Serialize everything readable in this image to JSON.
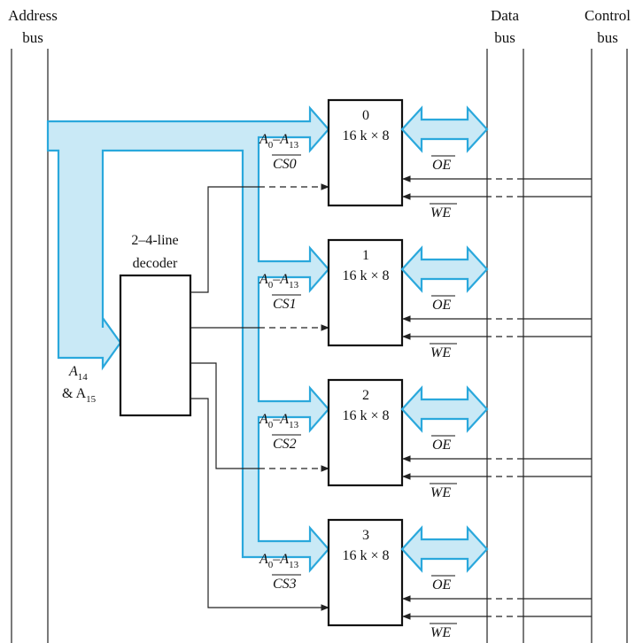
{
  "buses": {
    "address": [
      "Address",
      "bus"
    ],
    "data": [
      "Data",
      "bus"
    ],
    "control": [
      "Control",
      "bus"
    ]
  },
  "decoder": {
    "label_line1": "2–4-line",
    "label_line2": "decoder",
    "input_label_a": "A",
    "input_sub_a": "14",
    "input_label_b": "& A",
    "input_sub_b": "15"
  },
  "chips": [
    {
      "index": "0",
      "size": "16 k × 8",
      "cs": "CS0"
    },
    {
      "index": "1",
      "size": "16 k × 8",
      "cs": "CS1"
    },
    {
      "index": "2",
      "size": "16 k × 8",
      "cs": "CS2"
    },
    {
      "index": "3",
      "size": "16 k × 8",
      "cs": "CS3"
    }
  ],
  "address_label": {
    "a": "A",
    "sub0": "0",
    "dash": "–A",
    "sub13": "13"
  },
  "signals": {
    "oe": "OE",
    "we": "WE"
  }
}
